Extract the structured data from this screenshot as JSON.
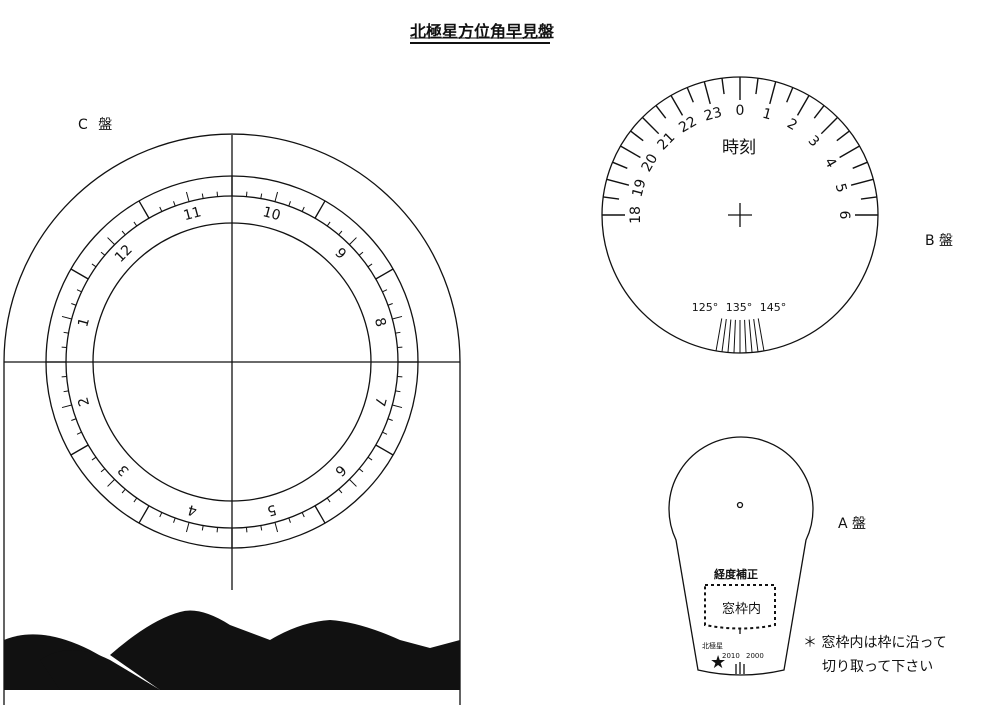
{
  "title": "北極星方位角早見盤",
  "disc_c": {
    "label": "C 盤",
    "numbers": [
      "1",
      "2",
      "3",
      "4",
      "5",
      "6",
      "7",
      "8",
      "9",
      "10",
      "11",
      "12"
    ]
  },
  "disc_b": {
    "label": "B 盤",
    "center_label": "時刻",
    "hours": [
      "18",
      "19",
      "20",
      "21",
      "22",
      "23",
      "0",
      "1",
      "2",
      "3",
      "4",
      "5",
      "6"
    ],
    "degrees": [
      "125°",
      "135°",
      "145°"
    ]
  },
  "disc_a": {
    "label": "A 盤",
    "correction_label": "経度補正",
    "window_label": "窓枠内",
    "polaris_label": "北極星",
    "years": [
      "2010",
      "2000"
    ]
  },
  "note": {
    "line1": "＊ 窓枠内は枠に沿って",
    "line2": "切り取って下さい"
  }
}
